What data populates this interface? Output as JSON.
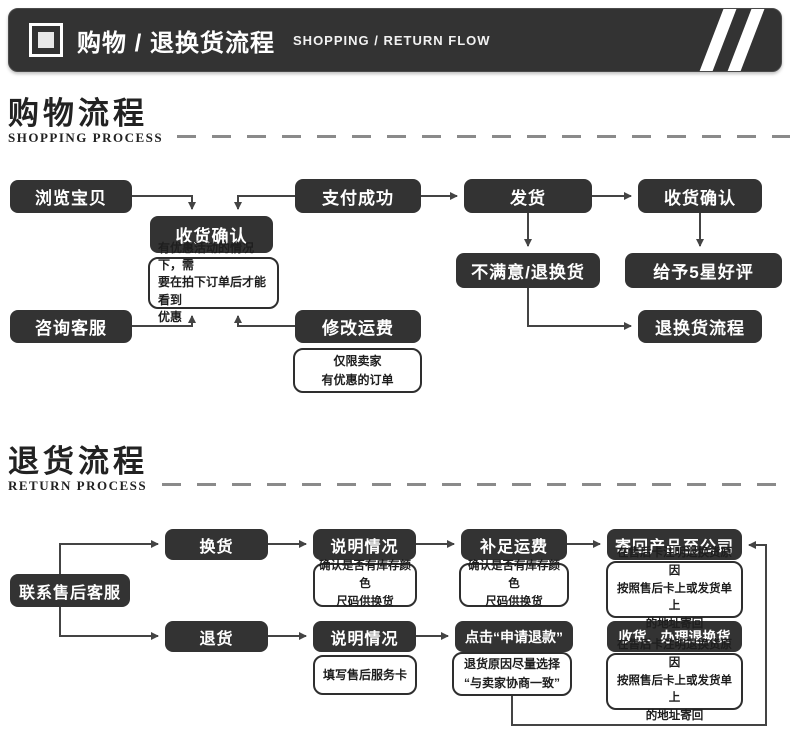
{
  "header": {
    "title_zh": "购物 / 退换货流程",
    "title_en": "SHOPPING / RETURN FLOW"
  },
  "shopping": {
    "title_zh": "购物流程",
    "title_en": "SHOPPING PROCESS",
    "nodes": {
      "browse": "浏览宝贝",
      "pay": "支付成功",
      "ship": "发货",
      "confirm_receipt": "收货确认",
      "confirm_mid": "收货确认",
      "unsatisfied": "不满意/退换货",
      "five_star": "给予5星好评",
      "consult": "咨询客服",
      "modify_fee": "修改运费",
      "return_flow": "退换货流程"
    },
    "notes": {
      "discount": [
        "有优惠活动的情况下，需",
        "要在拍下订单后才能看到",
        "优惠"
      ],
      "seller_only": [
        "仅限卖家",
        "有优惠的订单"
      ]
    }
  },
  "returns": {
    "title_zh": "退货流程",
    "title_en": "RETURN PROCESS",
    "nodes": {
      "contact": "联系售后客服",
      "exchange": "换货",
      "explain1": "说明情况",
      "pay_shipping": "补足运费",
      "send_back": "寄回产品至公司",
      "return_goods": "退货",
      "explain2": "说明情况",
      "apply_refund": "点击“申请退款”",
      "receive_process": "收货、办理退换货"
    },
    "notes": {
      "stock1": [
        "确认是否有库存颜色",
        "尺码供换货"
      ],
      "stock2": [
        "确认是否有库存颜色",
        "尺码供换货"
      ],
      "address1": [
        "在售后卡注明退换货原因",
        "按照售后卡上或发货单上",
        "的地址寄回"
      ],
      "fill_card": [
        "填写售后服务卡"
      ],
      "reason": [
        "退货原因尽量选择",
        "“与卖家协商一致”"
      ],
      "address2": [
        "在售后卡注明退换货原因",
        "按照售后卡上或发货单上",
        "的地址寄回"
      ]
    }
  },
  "colors": {
    "box_bg": "#333333",
    "arrow": "#444444",
    "note_border": "#2e2e2e",
    "dash_rule": "#8a8a8a"
  }
}
